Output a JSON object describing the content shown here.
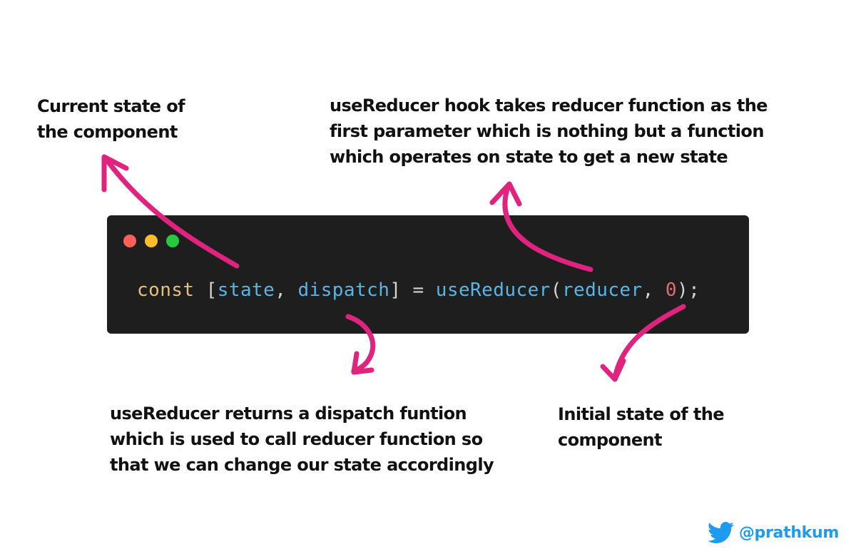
{
  "annotations": {
    "current_state": [
      "Current state of",
      "the component"
    ],
    "use_reducer_hook": [
      "useReducer hook takes reducer function as the",
      "first parameter which is nothing but a function",
      "which operates on state to get a new state"
    ],
    "dispatch": [
      "useReducer returns a dispatch funtion",
      "which is used to call reducer function so",
      "that we can change our state accordingly"
    ],
    "initial_state": [
      "Initial state of the",
      "component"
    ]
  },
  "code": {
    "window_controls": {
      "close": "#ff5f56",
      "minimize": "#ffbd2e",
      "maximize": "#27c93f"
    },
    "tokens": [
      {
        "text": "const",
        "color": "#e5c07b"
      },
      {
        "text": " ",
        "color": "#d4d4d4"
      },
      {
        "text": "[",
        "color": "#d4d4d4"
      },
      {
        "text": "state",
        "color": "#56b6e8"
      },
      {
        "text": ", ",
        "color": "#d4d4d4"
      },
      {
        "text": "dispatch",
        "color": "#56b6e8"
      },
      {
        "text": "]",
        "color": "#d4d4d4"
      },
      {
        "text": " = ",
        "color": "#d4d4d4"
      },
      {
        "text": "useReducer",
        "color": "#56b6e8"
      },
      {
        "text": "(",
        "color": "#d4d4d4"
      },
      {
        "text": "reducer",
        "color": "#56b6e8"
      },
      {
        "text": ", ",
        "color": "#d4d4d4"
      },
      {
        "text": "0",
        "color": "#e06c75"
      },
      {
        "text": ");",
        "color": "#d4d4d4"
      }
    ]
  },
  "arrow_color": "#e0237f",
  "footer": {
    "icon": "twitter-bird-icon",
    "icon_color": "#1d9bf0",
    "handle": "@prathkum"
  }
}
